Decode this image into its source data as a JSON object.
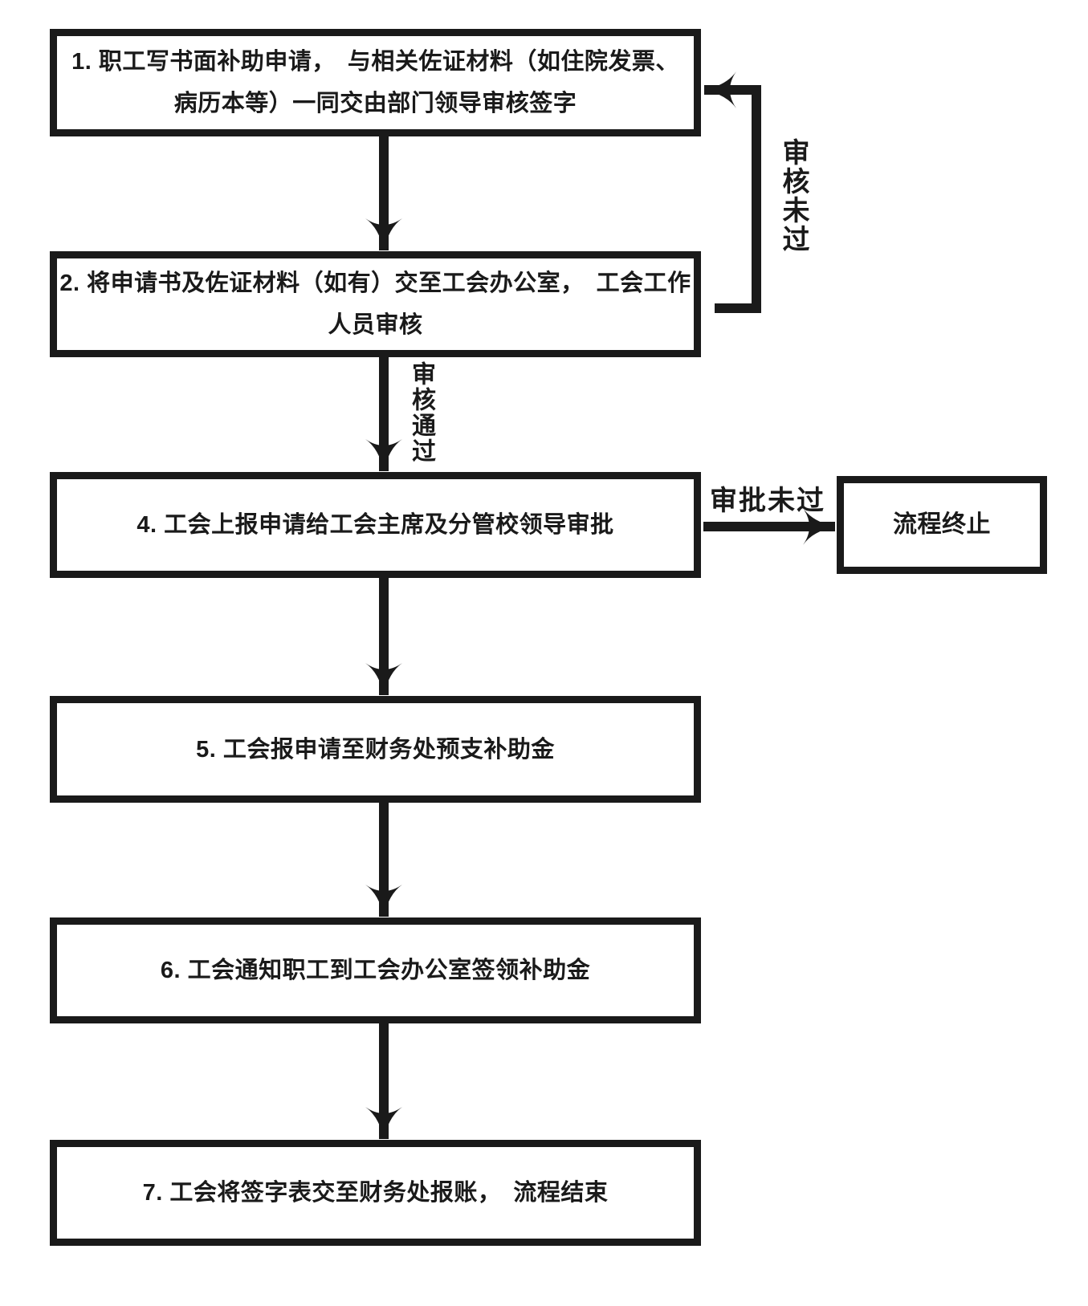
{
  "diagram": {
    "type": "flowchart",
    "background": "#ffffff",
    "line_color": "#1a1a1a",
    "nodes": [
      {
        "id": "step1",
        "lines": [
          "1. 职工写书面补助申请，　与相关佐证材料（如住院发票、",
          "病历本等）一同交由部门领导审核签字"
        ]
      },
      {
        "id": "step2",
        "lines": [
          "2. 将申请书及佐证材料（如有）交至工会办公室，　工会工作",
          "人员审核"
        ]
      },
      {
        "id": "step4",
        "lines": [
          "4. 工会上报申请给工会主席及分管校领导审批"
        ]
      },
      {
        "id": "step5",
        "lines": [
          "5. 工会报申请至财务处预支补助金"
        ]
      },
      {
        "id": "step6",
        "lines": [
          "6. 工会通知职工到工会办公室签领补助金"
        ]
      },
      {
        "id": "step7",
        "lines": [
          "7. 工会将签字表交至财务处报账，　流程结束"
        ]
      },
      {
        "id": "terminate",
        "lines": [
          "流程终止"
        ]
      }
    ],
    "edge_labels": {
      "review_fail": "审核未过",
      "review_pass": "审核通过",
      "approve_fail": "审批未过"
    }
  }
}
